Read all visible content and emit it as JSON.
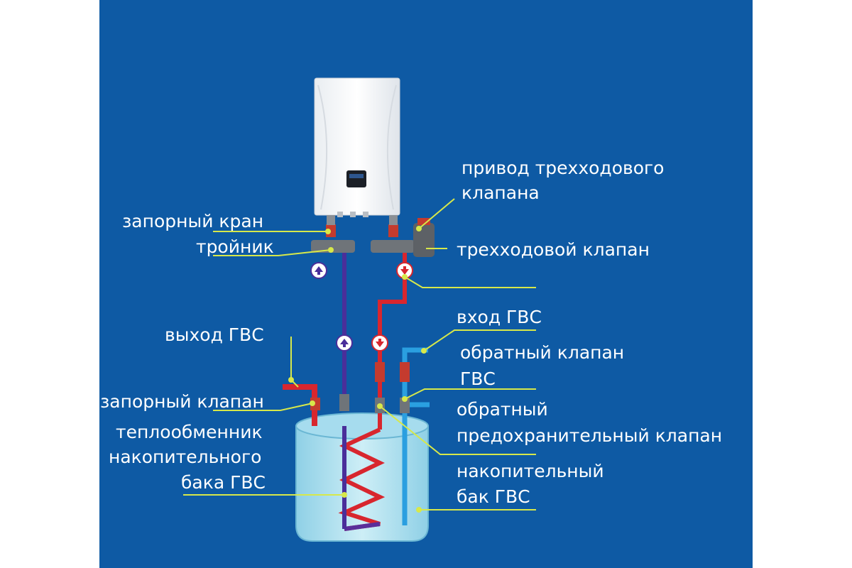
{
  "colors": {
    "background": "#0e5aa4",
    "leader_line": "#d7e84a",
    "hot_pipe": "#d8262e",
    "cold_pipe": "#2a9fe0",
    "return_pipe": "#4a2e9a",
    "tank_fill": "#bfe6f0"
  },
  "labels": {
    "zapornyi_kran": "запорный кран",
    "troynik": "тройник",
    "privod_line1": "привод трехходового",
    "privod_line2": "клапана",
    "trekhkhodovoy_klapan": "трехходовой клапан",
    "vkhod_gvs": "вход ГВС",
    "vykhod_gvs": "выход ГВС",
    "obratnyi_klapan_line1": "обратный клапан",
    "obratnyi_klapan_line2": "ГВС",
    "zapornyi_klapan": "запорный клапан",
    "predokhr_line1": "обратный",
    "predokhr_line2": "предохранительный клапан",
    "teploobmennik_line1": "теплообменник",
    "teploobmennik_line2": "накопительного",
    "teploobmennik_line3": "бака ГВС",
    "bak_line1": "накопительный",
    "bak_line2": "бак ГВС"
  },
  "icons": {
    "flow_up": "arrow-up-circle",
    "flow_down": "arrow-down-circle"
  }
}
